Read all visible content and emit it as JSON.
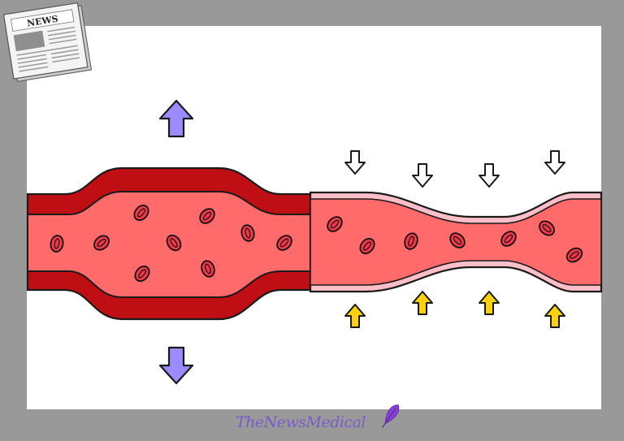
{
  "newspaper_badge": {
    "label": "NEWS"
  },
  "watermark": {
    "brand": "TheNewsMedical"
  },
  "colors": {
    "background": "#999999",
    "canvas": "#ffffff",
    "vessel_wall_dark": "#c00f14",
    "vessel_lumen": "#ff6b6b",
    "vessel_wall_thin": "#ffbfc8",
    "rbc_fill": "#f03848",
    "outward_arrow": "#9a8cff",
    "inward_arrow": "#fbd10f",
    "brand": "#7a5cc8"
  },
  "icons": {
    "outward_arrows": "arrow-up-icon / arrow-down-icon (dilation)",
    "inward_arrows": "arrow-down-icon / arrow-up-icon (constriction)"
  }
}
